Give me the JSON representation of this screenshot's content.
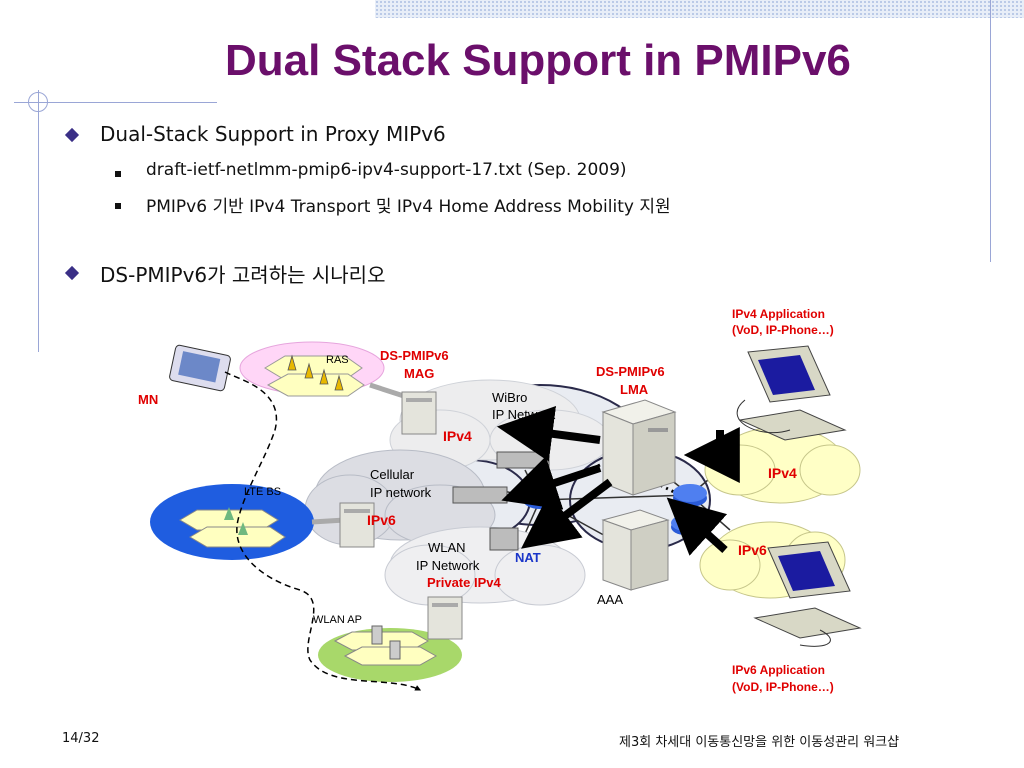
{
  "slide": {
    "title": "Dual Stack Support in PMIPv6",
    "bullets": [
      {
        "text": "Dual-Stack Support in Proxy MIPv6",
        "sub": [
          "draft-ietf-netlmm-pmip6-ipv4-support-17.txt (Sep. 2009)",
          "PMIPv6 기반 IPv4 Transport 및 IPv4 Home Address Mobility 지원"
        ]
      },
      {
        "text": "DS-PMIPv6가 고려하는 시나리오"
      }
    ]
  },
  "diagram": {
    "mn": "MN",
    "ras": "RAS",
    "mag_line1": "DS-PMIPv6",
    "mag_line2": "MAG",
    "lma_line1": "DS-PMIPv6",
    "lma_line2": "LMA",
    "wibro_line1": "WiBro",
    "wibro_line2": "IP Network",
    "wibro_ip": "IPv4",
    "cellular_line1": "Cellular",
    "cellular_line2": "IP network",
    "cellular_ip": "IPv6",
    "wlan_line1": "WLAN",
    "wlan_line2": "IP Network",
    "wlan_ip": "Private IPv4",
    "nat": "NAT",
    "aaa": "AAA",
    "lte_bs": "LTE BS",
    "wlan_ap": "WLAN AP",
    "ipv4_app_line1": "IPv4 Application",
    "ipv4_app_line2": "(VoD, IP-Phone…)",
    "ipv4_cloud": "IPv4",
    "ipv6_cloud": "IPv6",
    "ipv6_app_line1": "IPv6 Application",
    "ipv6_app_line2": "(VoD, IP-Phone…)"
  },
  "footer": {
    "page": "14/32",
    "event": "제3회 차세대 이동통신망을 위한 이동성관리 워크샵"
  },
  "colors": {
    "title": "#6b0f6b",
    "label_red": "#e00000",
    "label_blue": "#1a35c9",
    "accent_line": "#9aa6d6"
  }
}
